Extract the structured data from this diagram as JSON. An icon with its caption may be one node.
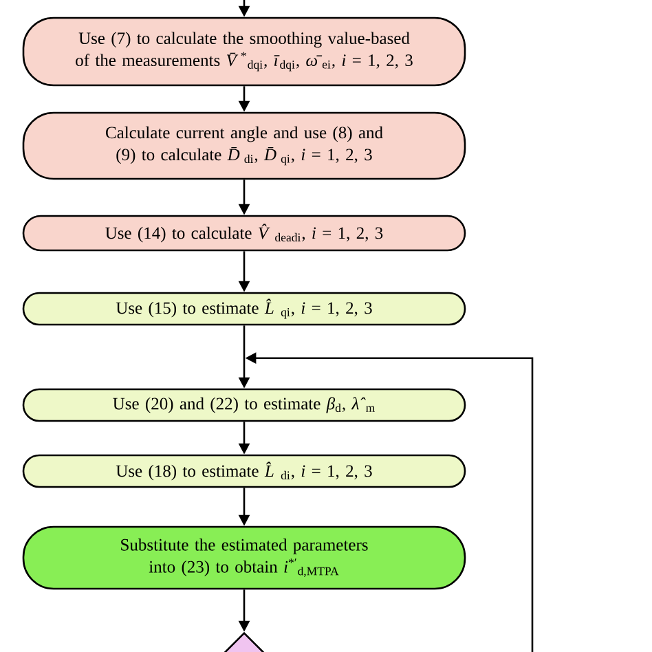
{
  "diagram": {
    "nodes": [
      {
        "text": [
          "Use (7) to calculate the smoothing value-based of the measurements *V̄*$^{*}$$_{dqi}$, *ī*$_{dqi}$, *ω̄*$_{ei}$, *i* = 1, 2, 3"
        ]
      },
      {
        "text": [
          "Calculate current angle and use (8) and (9) to calculate *D̄*$_{di}$, *D̄*$_{qi}$, *i* = 1, 2, 3"
        ]
      },
      {
        "text": [
          "Use (14) to calculate *V̂*$_{deadi}$, *i* = 1, 2, 3"
        ]
      },
      {
        "text": [
          "Use (15) to estimate *L̂*$_{qi}$, *i* = 1, 2, 3"
        ]
      },
      {
        "text": [
          "Use (20) and (22) to estimate *β*$_{d}$, *λ̂*$_{m}$"
        ]
      },
      {
        "text": [
          "Use (18) to estimate *L̂*$_{di}$, *i* = 1, 2, 3"
        ]
      },
      {
        "text": [
          "Substitute the estimated parameters into (23) to obtain *i*$^{*′}$$_{d,MTPA}$"
        ]
      },
      {
        "text": [],
        "shape": "diamond"
      }
    ],
    "edges": [
      {
        "from": null,
        "to": 0,
        "arrow": "to"
      },
      {
        "from": 0,
        "to": 1,
        "arrow": "to"
      },
      {
        "from": 1,
        "to": 2,
        "arrow": "to"
      },
      {
        "from": 2,
        "to": 3,
        "arrow": "to"
      },
      {
        "from": 3,
        "to": 4,
        "arrow": "to"
      },
      {
        "from": 4,
        "to": 5,
        "arrow": "to"
      },
      {
        "from": 5,
        "to": 6,
        "arrow": "to"
      },
      {
        "from": 6,
        "to": 7,
        "arrow": "to"
      },
      {
        "from": 7,
        "to": 4,
        "arrow": "to"
      }
    ]
  }
}
